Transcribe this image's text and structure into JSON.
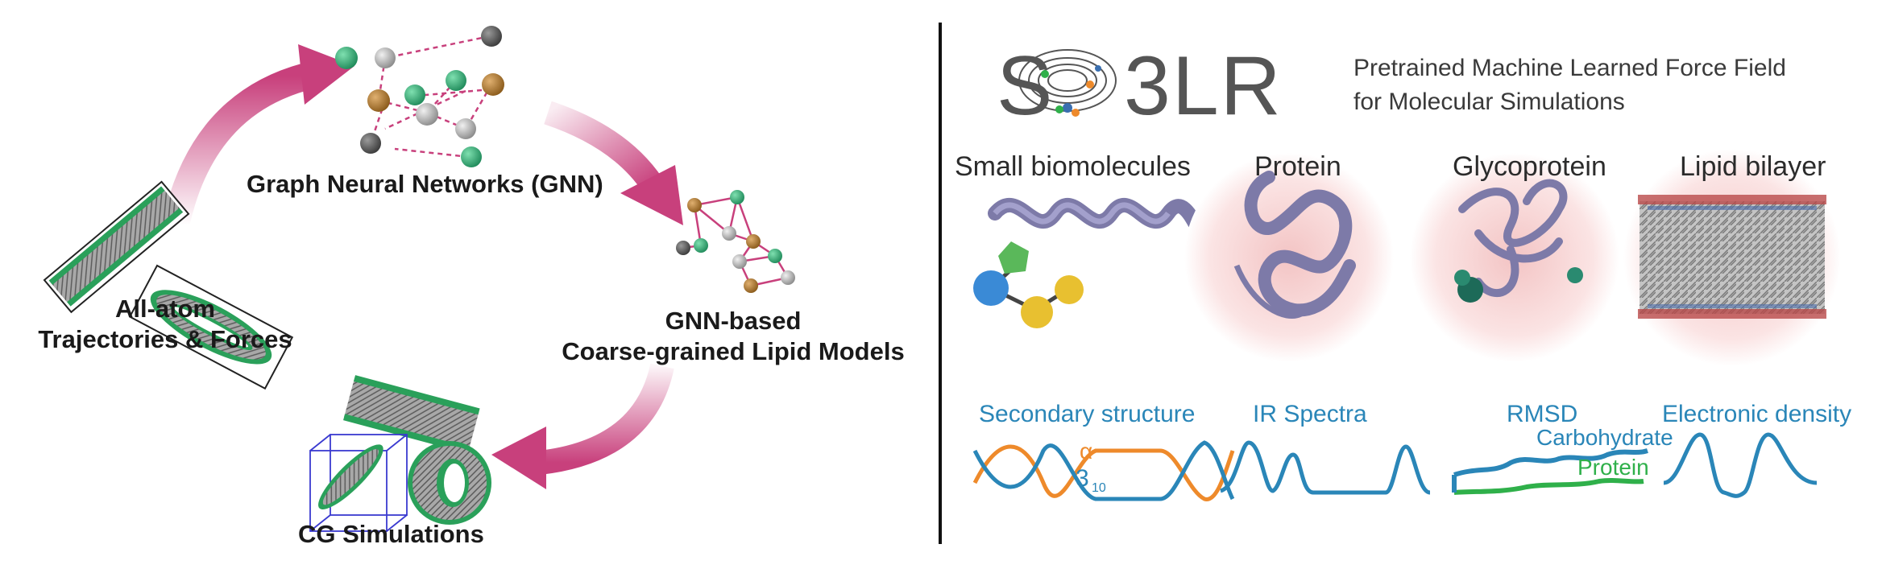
{
  "left_panel": {
    "gnn_label": "Graph Neural Networks (GNN)",
    "all_atom_line1": "All-atom",
    "all_atom_line2": "Trajectories & Forces",
    "cg_model_line1": "GNN-based",
    "cg_model_line2": "Coarse-grained Lipid Models",
    "cg_sim_label": "CG Simulations"
  },
  "right_panel": {
    "logo_s": "S",
    "logo_rest": "3LR",
    "tagline_line1": "Pretrained Machine Learned Force Field",
    "tagline_line2": "for Molecular Simulations",
    "categories": [
      "Small biomolecules",
      "Protein",
      "Glycoprotein",
      "Lipid bilayer"
    ],
    "captions": [
      "Secondary structure",
      "IR Spectra",
      "RMSD",
      "Electronic density"
    ],
    "plot_labels": {
      "alpha": "α",
      "three": "3",
      "ten": "10",
      "carbohydrate": "Carbohydrate",
      "protein": "Protein"
    }
  },
  "colors": {
    "arrow": "#c8407c",
    "text_dark": "#1a1a1a",
    "caption_blue": "#2a86b8",
    "orange": "#ee8a2b",
    "green": "#2fb04a",
    "protein_purple": "#8a88b5",
    "node_green": "#2a9a6a",
    "node_brown": "#9a6a28",
    "node_grey": "#9a9a9a"
  }
}
